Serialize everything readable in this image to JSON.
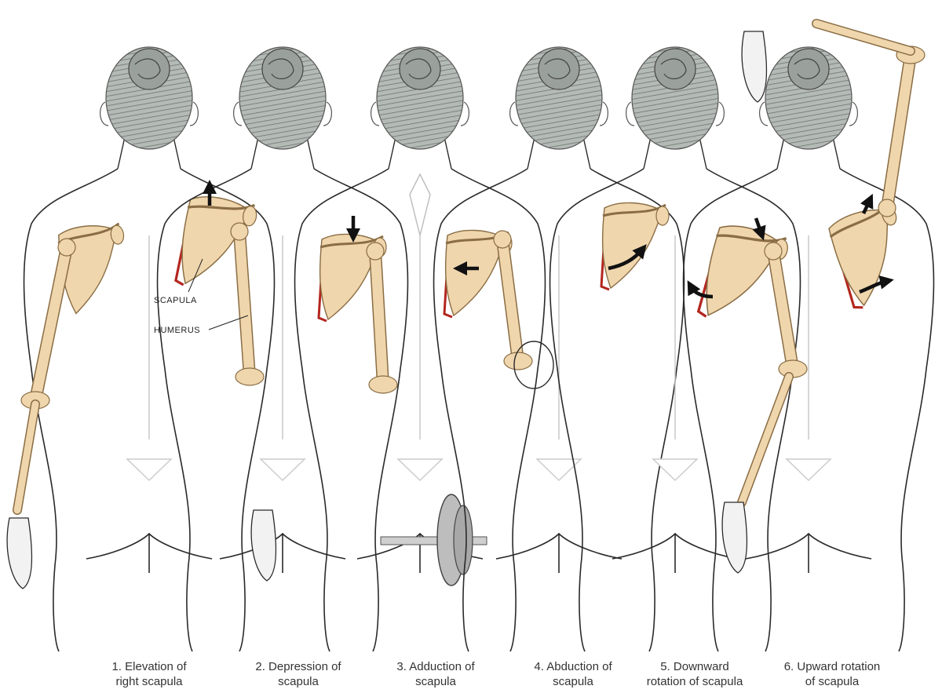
{
  "colors": {
    "bone": "#efd6ad",
    "bone_outline": "#8a6d44",
    "hair": "#9aa19d",
    "outline": "#2a2a2a",
    "arrow": "#111111",
    "highlight": "#b3261e"
  },
  "labels": {
    "scapula": "SCAPULA",
    "humerus": "HUMERUS"
  },
  "panels": [
    {
      "line1": "1. Elevation of",
      "line2": "right scapula",
      "arrow_icon": "up-arrow-icon"
    },
    {
      "line1": "2. Depression of",
      "line2": "scapula",
      "arrow_icon": "down-arrow-icon"
    },
    {
      "line1": "3. Adduction of",
      "line2": "scapula",
      "arrow_icon": "left-arrow-icon",
      "prop_icon": "dumbbell-icon"
    },
    {
      "line1": "4. Abduction of",
      "line2": "scapula",
      "arrow_icon": "curved-arrow-icon"
    },
    {
      "line1": "5. Downward",
      "line2": "rotation of scapula",
      "arrow_icon": "curved-arrow-icon"
    },
    {
      "line1": "6. Upward rotation",
      "line2": "of scapula",
      "arrow_icon": "curved-arrow-icon"
    }
  ]
}
